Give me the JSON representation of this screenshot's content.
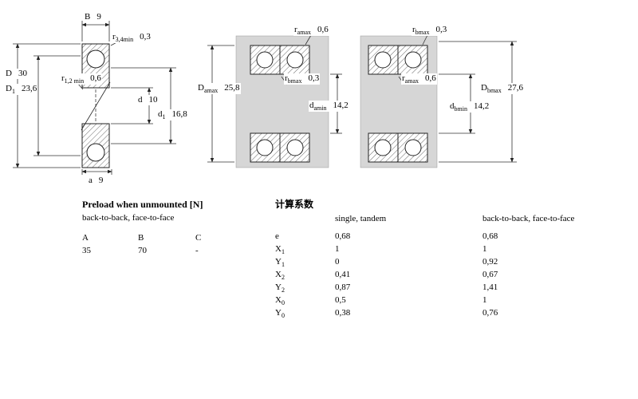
{
  "colors": {
    "material_fill": "#d6d6d6",
    "line": "#222222"
  },
  "single_view": {
    "B": {
      "sym": "B",
      "sub": "",
      "value": "9"
    },
    "r34": {
      "sym": "r",
      "sub": "3,4min",
      "value": "0,3"
    },
    "D": {
      "sym": "D",
      "sub": "",
      "value": "30"
    },
    "r12": {
      "sym": "r",
      "sub": "1,2 min",
      "value": "0,6"
    },
    "D1": {
      "sym": "D",
      "sub": "1",
      "value": "23,6"
    },
    "d": {
      "sym": "d",
      "sub": "",
      "value": "10"
    },
    "d1": {
      "sym": "d",
      "sub": "1",
      "value": "16,8"
    },
    "a": {
      "sym": "a",
      "sub": "",
      "value": "9"
    }
  },
  "pair_view_a": {
    "r_amax_top": {
      "sym": "r",
      "sub": "amax",
      "value": "0,6"
    },
    "D_amax": {
      "sym": "D",
      "sub": "amax",
      "value": "25,8"
    },
    "r_bmax": {
      "sym": "r",
      "sub": "bmax",
      "value": "0,3"
    },
    "d_amin": {
      "sym": "d",
      "sub": "amin",
      "value": "14,2"
    }
  },
  "pair_view_b": {
    "r_bmax_top": {
      "sym": "r",
      "sub": "bmax",
      "value": "0,3"
    },
    "r_amax": {
      "sym": "r",
      "sub": "amax",
      "value": "0,6"
    },
    "D_bmax": {
      "sym": "D",
      "sub": "bmax",
      "value": "27,6"
    },
    "d_bmin": {
      "sym": "d",
      "sub": "bmin",
      "value": "14,2"
    }
  },
  "preload_table": {
    "title": "Preload when unmounted [N]",
    "subtitle": "back-to-back, face-to-face",
    "headers": [
      "A",
      "B",
      "C"
    ],
    "values": [
      "35",
      "70",
      "-"
    ]
  },
  "factors_table": {
    "title": "计算系数",
    "col1": "single, tandem",
    "col2": "back-to-back, face-to-face",
    "rows": [
      {
        "sym": "e",
        "sub": "",
        "v1": "0,68",
        "v2": "0,68"
      },
      {
        "sym": "X",
        "sub": "1",
        "v1": "1",
        "v2": "1"
      },
      {
        "sym": "Y",
        "sub": "1",
        "v1": "0",
        "v2": "0,92"
      },
      {
        "sym": "X",
        "sub": "2",
        "v1": "0,41",
        "v2": "0,67"
      },
      {
        "sym": "Y",
        "sub": "2",
        "v1": "0,87",
        "v2": "1,41"
      },
      {
        "sym": "X",
        "sub": "0",
        "v1": "0,5",
        "v2": "1"
      },
      {
        "sym": "Y",
        "sub": "0",
        "v1": "0,38",
        "v2": "0,76"
      }
    ]
  }
}
